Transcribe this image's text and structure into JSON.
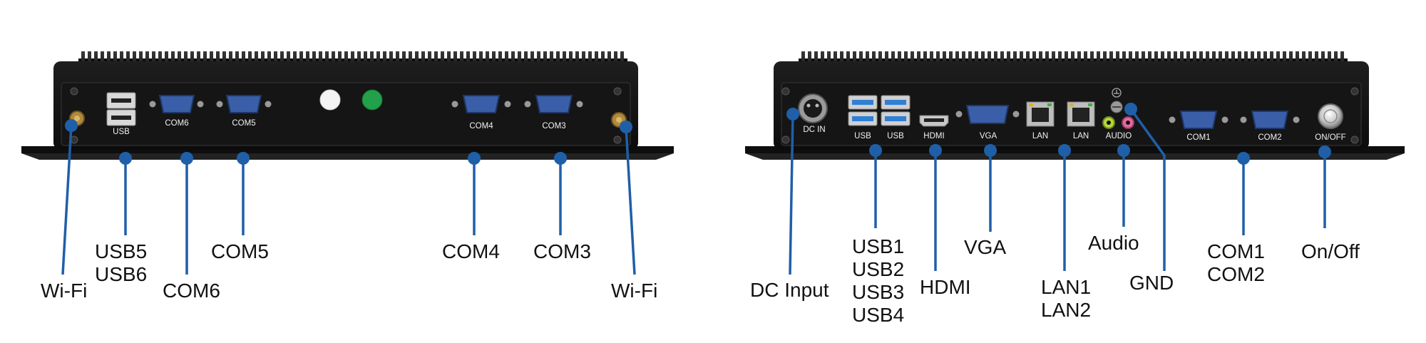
{
  "colors": {
    "leader": "#1f5fa8",
    "chassis": "#141414",
    "fins": "#2a2a2a",
    "port_blue": "#3a5fa8",
    "usb3_blue": "#2f7fd6"
  },
  "left_panel": {
    "port_labels": {
      "usb": "USB",
      "com6": "COM6",
      "com5": "COM5",
      "com4": "COM4",
      "com3": "COM3"
    },
    "callouts": {
      "wifi_left": "Wi-Fi",
      "usb5": "USB5",
      "usb6": "USB6",
      "com6": "COM6",
      "com5": "COM5",
      "com4": "COM4",
      "com3": "COM3",
      "wifi_right": "Wi-Fi"
    }
  },
  "right_panel": {
    "port_labels": {
      "dc_in": "DC IN",
      "usb_a": "USB",
      "usb_b": "USB",
      "hdmi": "HDMI",
      "vga": "VGA",
      "lan_a": "LAN",
      "lan_b": "LAN",
      "audio": "AUDIO",
      "com1": "COM1",
      "com2": "COM2",
      "on_off": "ON/OFF"
    },
    "callouts": {
      "dc_input": "DC Input",
      "usb1": "USB1",
      "usb2": "USB2",
      "usb3": "USB3",
      "usb4": "USB4",
      "hdmi": "HDMI",
      "vga": "VGA",
      "lan1": "LAN1",
      "lan2": "LAN2",
      "audio": "Audio",
      "gnd": "GND",
      "com1": "COM1",
      "com2": "COM2",
      "on_off": "On/Off"
    }
  }
}
